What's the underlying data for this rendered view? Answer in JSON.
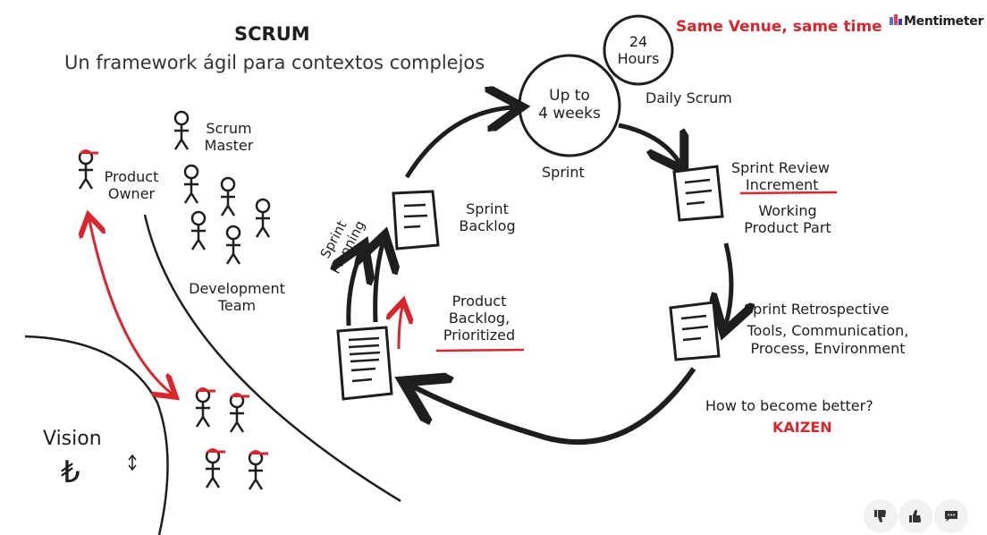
{
  "header": {
    "title": "SCRUM",
    "subtitle": "Un framework ágil para contextos complejos"
  },
  "brand": {
    "name": "Mentimeter"
  },
  "roles": {
    "scrum_master": "Scrum\nMaster",
    "product_owner": "Product\nOwner",
    "development_team": "Development\nTeam"
  },
  "vision": {
    "label": "Vision",
    "symbol": "₺"
  },
  "cycle": {
    "same_venue": "Same Venue, same time",
    "daily_hours": "24\nHours",
    "daily_scrum": "Daily Scrum",
    "sprint_length": "Up to\n4 weeks",
    "sprint": "Sprint",
    "sprint_review": "Sprint Review",
    "increment": "Increment",
    "working_product": "Working\nProduct Part",
    "sprint_retro": "Sprint Retrospective",
    "retro_topics": "Tools, Communication,\nProcess, Environment",
    "how_better": "How to become better?",
    "kaizen": "KAIZEN",
    "sprint_backlog": "Sprint\nBacklog",
    "sprint_planning": "Sprint\nPlanning",
    "product_backlog": "Product\nBacklog,\nPrioritized"
  },
  "colors": {
    "accent_red": "#d8262c",
    "ink": "#1e1e1e",
    "panel": "#f1f1f1"
  },
  "actions": [
    {
      "name": "thumbs-down-icon"
    },
    {
      "name": "thumbs-up-icon"
    },
    {
      "name": "comment-icon"
    }
  ]
}
